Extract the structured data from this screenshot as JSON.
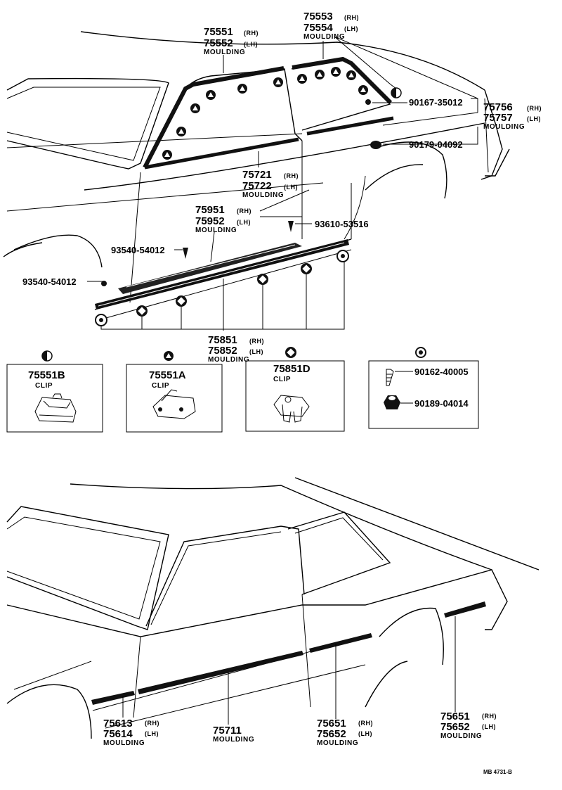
{
  "upper": {
    "p_75551": "75551",
    "p_75551_sfx": "(RH)",
    "p_75552": "75552",
    "p_75552_sfx": "(LH)",
    "m1": "MOULDING",
    "p_75553": "75553",
    "p_75553_sfx": "(RH)",
    "p_75554": "75554",
    "p_75554_sfx": "(LH)",
    "m2": "MOULDING",
    "p_90167": "90167-35012",
    "p_75756": "75756",
    "p_75756_sfx": "(RH)",
    "p_75757": "75757",
    "p_75757_sfx": "(LH)",
    "m3": "MOULDING",
    "p_90179": "90179-04092",
    "p_75721": "75721",
    "p_75721_sfx": "(RH)",
    "p_75722": "75722",
    "p_75722_sfx": "(LH)",
    "m4": "MOULDING",
    "p_75951": "75951",
    "p_75951_sfx": "(RH)",
    "p_75952": "75952",
    "p_75952_sfx": "(LH)",
    "m5": "MOULDING",
    "p_93610": "93610-53516",
    "p_93540a": "93540-54012",
    "p_93540b": "93540-54012",
    "p_75851": "75851",
    "p_75851_sfx": "(RH)",
    "p_75852": "75852",
    "p_75852_sfx": "(LH)",
    "m6": "MOULDING"
  },
  "boxes": {
    "b1_title": "75551B",
    "b1_label": "CLIP",
    "b2_title": "75551A",
    "b2_label": "CLIP",
    "b3_title": "75851D",
    "b3_label": "CLIP",
    "b4_p1": "90162-40005",
    "b4_p2": "90189-04014"
  },
  "lower": {
    "p_75613": "75613",
    "p_75613_sfx": "(RH)",
    "p_75614": "75614",
    "p_75614_sfx": "(LH)",
    "m1": "MOULDING",
    "p_75711": "75711",
    "m2": "MOULDING",
    "p_75651a": "75651",
    "p_75651a_sfx": "(RH)",
    "p_75652a": "75652",
    "p_75652a_sfx": "(LH)",
    "m3": "MOULDING",
    "p_75651b": "75651",
    "p_75651b_sfx": "(RH)",
    "p_75652b": "75652",
    "p_75652b_sfx": "(LH)",
    "m4": "MOULDING"
  },
  "code": "MB 4731-B"
}
